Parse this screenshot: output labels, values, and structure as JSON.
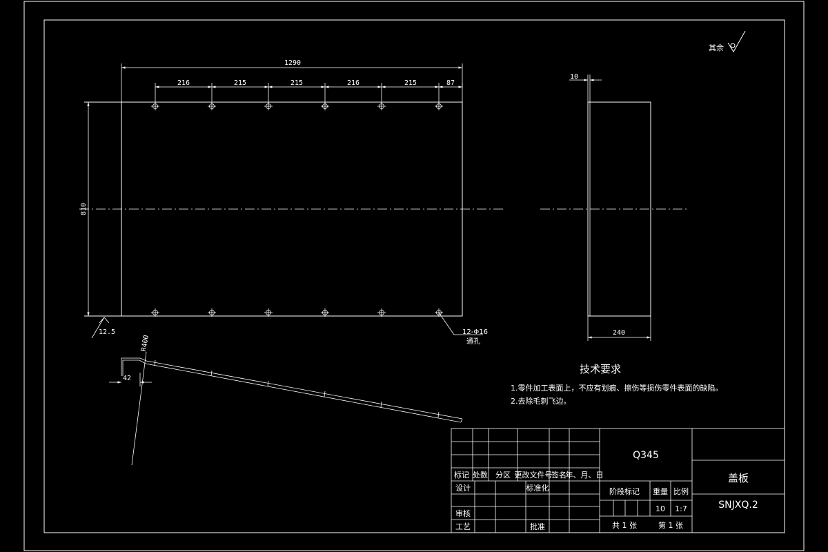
{
  "drawing": {
    "surface_note": "其余",
    "roughness_main": "12.5",
    "front_view": {
      "overall_width": "1290",
      "hole_pitches": [
        "216",
        "215",
        "215",
        "216",
        "215",
        "87"
      ],
      "height": "810",
      "hole_callout_line1": "12-Φ16",
      "hole_callout_line2": "通孔"
    },
    "side_view": {
      "thickness": "10",
      "width": "240"
    },
    "bend_view": {
      "radius": "R400",
      "flange": "42"
    },
    "tech_requirements": {
      "title": "技术要求",
      "items": [
        "1.零件加工表面上，不应有划痕、擦伤等损伤零件表面的缺陷。",
        "2.去除毛刺飞边。"
      ]
    }
  },
  "title_block": {
    "material": "Q345",
    "part_name": "盖板",
    "drawing_number": "SNJXQ.2",
    "revision_headers": [
      "标记",
      "处数",
      "分区",
      "更改文件号",
      "签名",
      "年、月、日"
    ],
    "design_label": "设计",
    "standardize_label": "标准化",
    "review_label": "审核",
    "process_label": "工艺",
    "approve_label": "批准",
    "stage_mark_label": "阶段标记",
    "weight_label": "重量",
    "scale_label": "比例",
    "weight_value": "10",
    "scale_value": "1:7",
    "total_sheets": "共  1  张",
    "sheet_no": "第  1  张"
  }
}
